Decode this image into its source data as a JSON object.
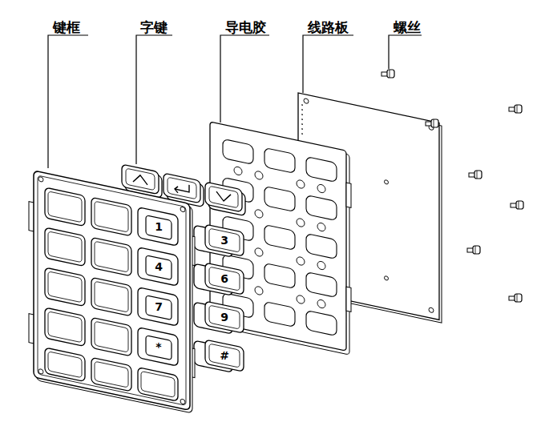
{
  "diagram": {
    "labels": [
      "键框",
      "字键",
      "导电胶",
      "线路板",
      "螺丝",
      "1",
      "4",
      "7",
      "*",
      "3",
      "6",
      "9",
      "#"
    ]
  }
}
